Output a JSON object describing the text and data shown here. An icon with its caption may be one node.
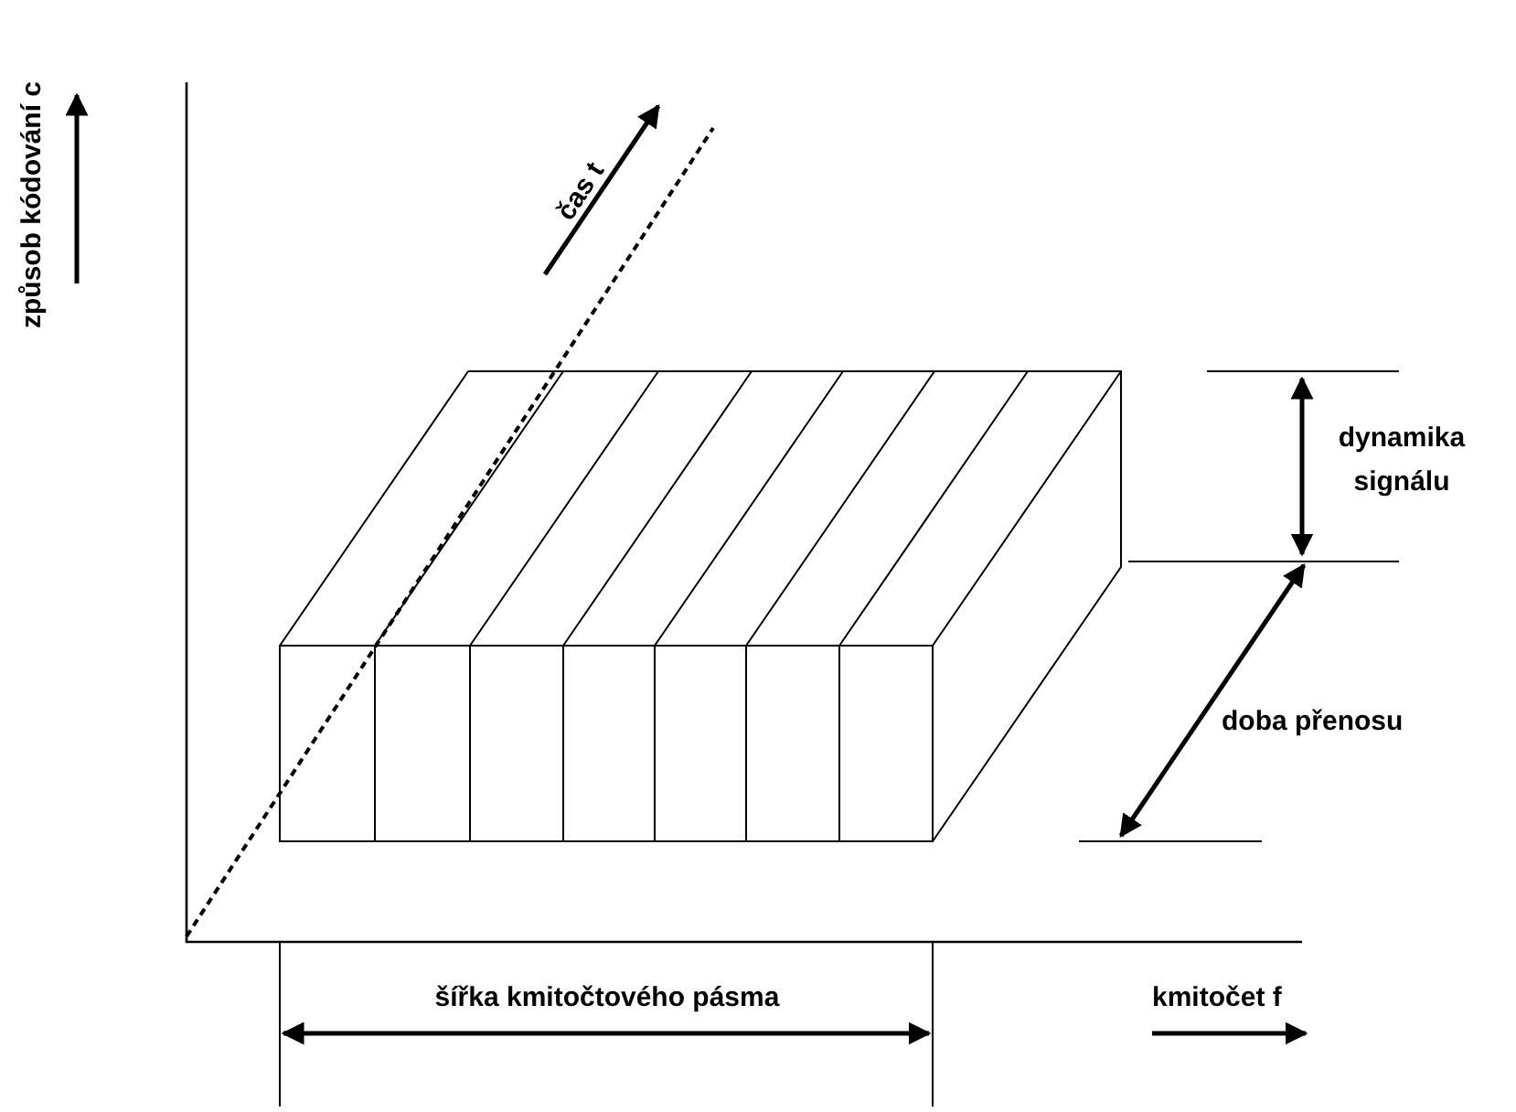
{
  "diagram": {
    "labels": [
      "způsob kódování c",
      "čas t",
      "dynamika signálu",
      "doba přenosu",
      "šířka kmitočtového pásma",
      "kmitočet f"
    ]
  }
}
